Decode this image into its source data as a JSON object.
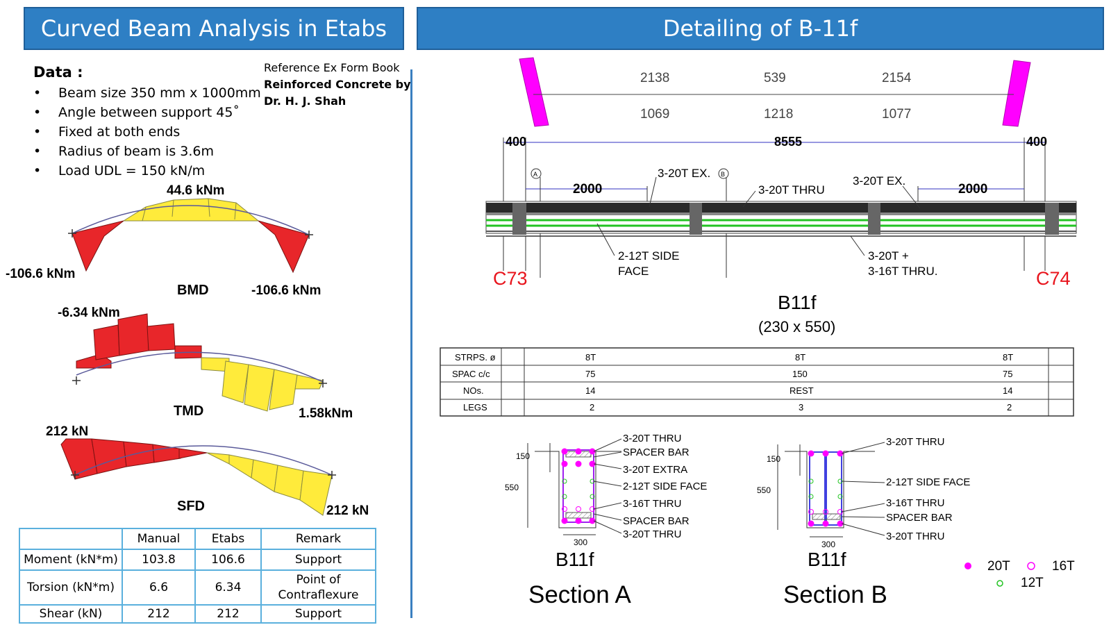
{
  "headers": {
    "left": "Curved Beam Analysis in Etabs",
    "right": "Detailing of B-11f"
  },
  "data_section": {
    "title": "Data :",
    "items": [
      "Beam size 350 mm x 1000mm",
      "Angle between support 45˚",
      "Fixed at both ends",
      "Radius of beam is 3.6m",
      "Load UDL = 150 kN/m"
    ]
  },
  "reference": {
    "line1": "Reference Ex Form Book",
    "line2": "Reinforced Concrete by",
    "line3": "Dr. H. J. Shah"
  },
  "bmd": {
    "title": "BMD",
    "top": "44.6 kNm",
    "left": "-106.6 kNm",
    "right": "-106.6 kNm"
  },
  "tmd": {
    "title": "TMD",
    "left": "-6.34 kNm",
    "right": "1.58kNm"
  },
  "sfd": {
    "title": "SFD",
    "left": "212 kN",
    "right": "212 kN"
  },
  "results_table": {
    "headers": [
      "",
      "Manual",
      "Etabs",
      "Remark"
    ],
    "rows": [
      [
        "Moment (kN*m)",
        "103.8",
        "106.6",
        "Support"
      ],
      [
        "Torsion (kN*m)",
        "6.6",
        "6.34",
        "Point of Contraflexure"
      ],
      [
        "Shear (kN)",
        "212",
        "212",
        "Support"
      ]
    ]
  },
  "beam_detail": {
    "top_dims": [
      "2138",
      "539",
      "2154"
    ],
    "bottom_dims": [
      "1069",
      "1218",
      "1077"
    ],
    "left_col_width": "400",
    "right_col_width": "400",
    "span": "8555",
    "left_ext": "2000",
    "right_ext": "2000",
    "label_top_ex_left": "3-20T EX.",
    "label_top_thru": "3-20T THRU",
    "label_top_ex_right": "3-20T EX.",
    "label_side_face_1": "2-12T SIDE",
    "label_side_face_2": "FACE",
    "label_bot_1": "3-20T +",
    "label_bot_2": "3-16T THRU.",
    "col_left": "C73",
    "col_right": "C74",
    "beam_name": "B11f",
    "beam_size": "(230 x 550)",
    "sec_marker_a": "A",
    "sec_marker_b": "B",
    "accent_magenta": "#ff00ff",
    "accent_red": "#e8141c"
  },
  "stirrup_table": {
    "rows": [
      [
        "STRPS. ø",
        "8T",
        "8T",
        "8T"
      ],
      [
        "SPAC c/c",
        "75",
        "150",
        "75"
      ],
      [
        "NOs.",
        "14",
        "REST",
        "14"
      ],
      [
        "LEGS",
        "2",
        "3",
        "2"
      ]
    ]
  },
  "section_a": {
    "labels": [
      "3-20T  THRU",
      "SPACER BAR",
      "3-20T EXTRA",
      "2-12T SIDE FACE",
      "3-16T THRU",
      "SPACER BAR",
      "3-20T THRU"
    ],
    "dim_flange": "150",
    "dim_depth": "550",
    "dim_width": "300",
    "beam": "B11f",
    "title": "Section A"
  },
  "section_b": {
    "labels": [
      "3-20T  THRU",
      "2-12T SIDE FACE",
      "3-16T THRU",
      "SPACER BAR",
      "3-20T THRU"
    ],
    "dim_flange": "150",
    "dim_depth": "550",
    "dim_width": "300",
    "beam": "B11f",
    "title": "Section B"
  },
  "legend": {
    "items": [
      "20T",
      "16T",
      "12T"
    ]
  }
}
